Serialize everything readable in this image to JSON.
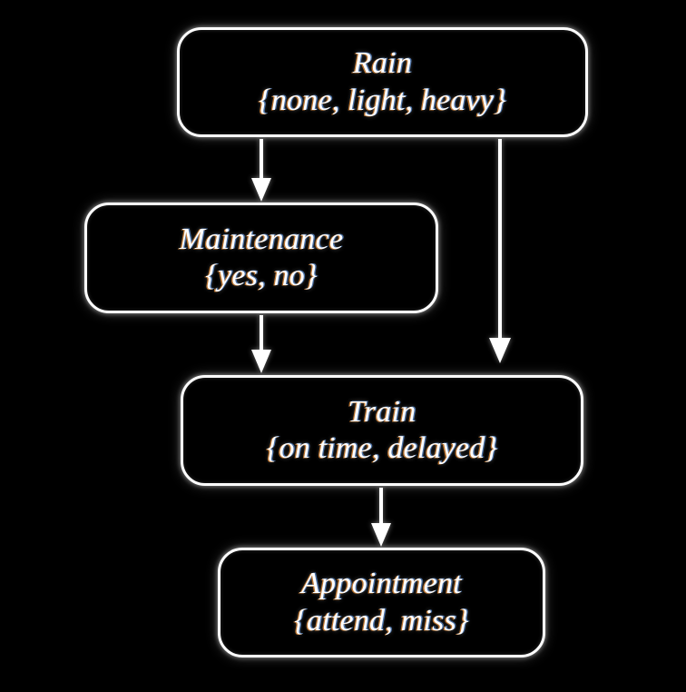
{
  "diagram": {
    "type": "bayesian-network",
    "background_color": "#000000",
    "node_border_color": "#ffffff",
    "text_color": "#ffffff",
    "nodes": [
      {
        "id": "rain",
        "name": "Rain",
        "states": "{none, light, heavy}",
        "state_list": [
          "none",
          "light",
          "heavy"
        ]
      },
      {
        "id": "maintenance",
        "name": "Maintenance",
        "states": "{yes, no}",
        "state_list": [
          "yes",
          "no"
        ]
      },
      {
        "id": "train",
        "name": "Train",
        "states": "{on time, delayed}",
        "state_list": [
          "on time",
          "delayed"
        ]
      },
      {
        "id": "appointment",
        "name": "Appointment",
        "states": "{attend, miss}",
        "state_list": [
          "attend",
          "miss"
        ]
      }
    ],
    "edges": [
      {
        "id": "rain-to-maintenance",
        "from": "Rain",
        "to": "Maintenance",
        "arrow": "down"
      },
      {
        "id": "rain-to-train",
        "from": "Rain",
        "to": "Train",
        "arrow": "down"
      },
      {
        "id": "maintenance-to-train",
        "from": "Maintenance",
        "to": "Train",
        "arrow": "down"
      },
      {
        "id": "train-to-appointment",
        "from": "Train",
        "to": "Appointment",
        "arrow": "down"
      }
    ]
  }
}
